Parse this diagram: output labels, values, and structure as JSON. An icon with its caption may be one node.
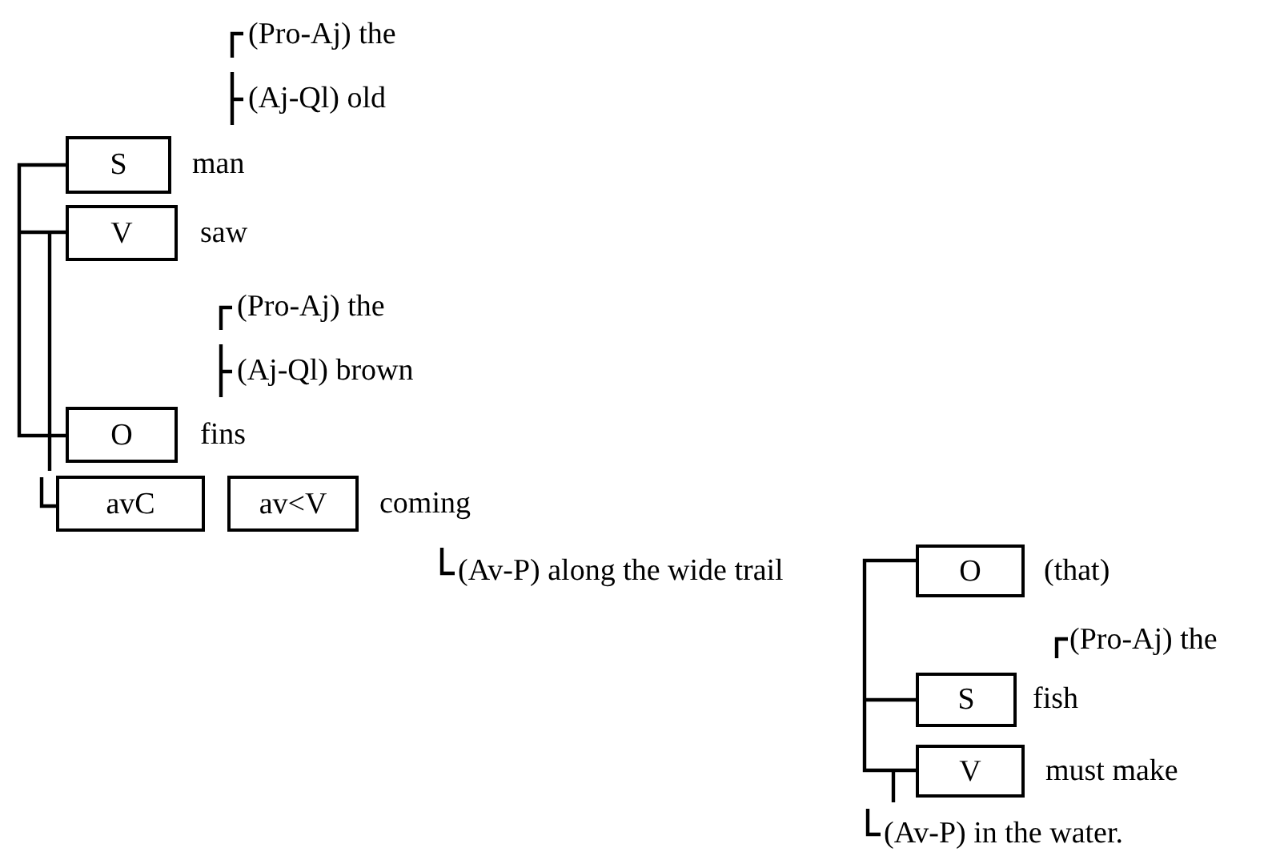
{
  "diagram": {
    "nodes": [
      {
        "text": [
          "S"
        ],
        "beside": [
          "man"
        ]
      },
      {
        "text": [
          "V"
        ],
        "beside": [
          "saw"
        ]
      },
      {
        "text": [
          "O"
        ],
        "beside": [
          "fins"
        ]
      },
      {
        "text": [
          "avC"
        ]
      },
      {
        "text": [
          "av<V"
        ],
        "beside": [
          "coming"
        ]
      },
      {
        "text": [
          "O"
        ],
        "beside": [
          "(that)"
        ]
      },
      {
        "text": [
          "S"
        ],
        "beside": [
          "fish"
        ]
      },
      {
        "text": [
          "V"
        ],
        "beside": [
          "must make"
        ]
      }
    ],
    "labels": [
      "(Pro-Aj) the",
      "(Aj-Ql) old",
      "(Pro-Aj) the",
      "(Aj-Ql) brown",
      "(Av-P) along the wide trail",
      "(Pro-Aj) the",
      "(Av-P) in the water."
    ]
  }
}
